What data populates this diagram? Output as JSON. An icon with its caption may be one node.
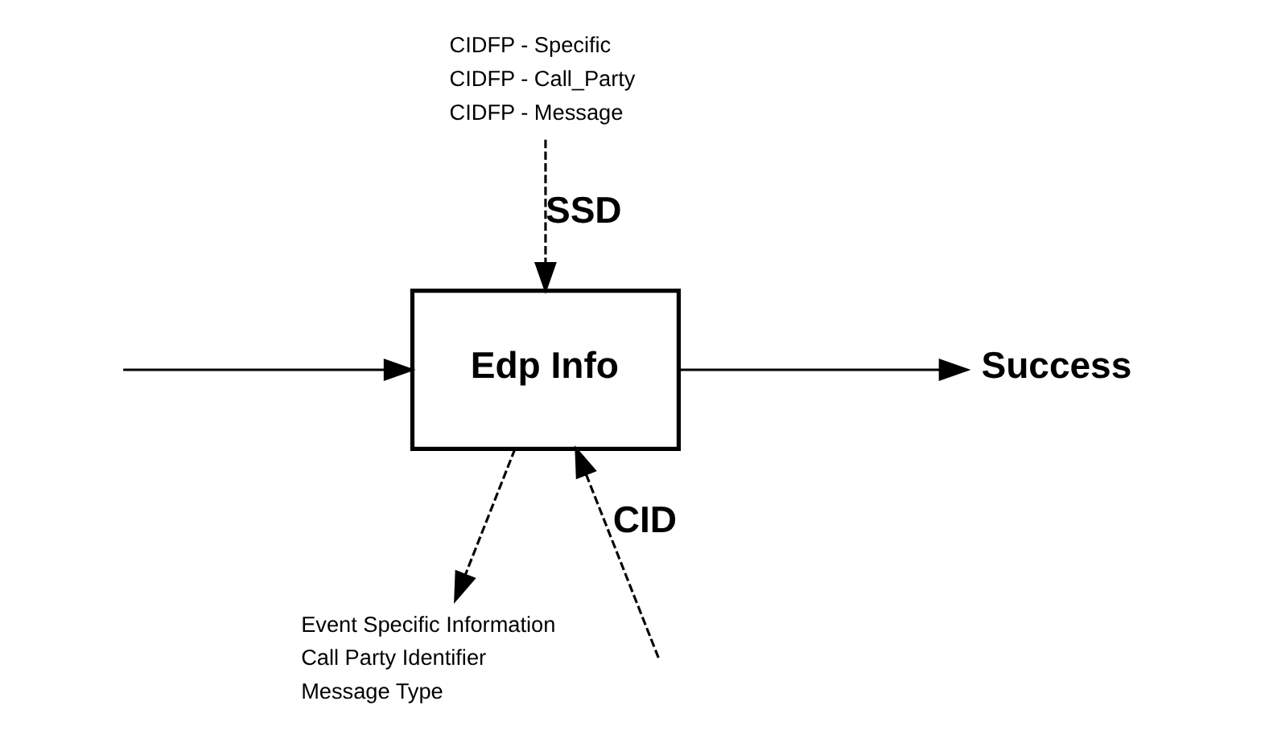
{
  "diagram": {
    "nodes": [
      {
        "text": [
          "Edp Info"
        ]
      },
      {
        "text": [
          "Success"
        ]
      },
      {
        "text": [
          "CIDFP - Specific",
          "CIDFP - Call_Party",
          "CIDFP - Message"
        ]
      },
      {
        "text": [
          "Event Specific Information",
          "Call Party Identifier",
          "Message Type"
        ]
      }
    ],
    "edges": [
      {
        "from": null,
        "to": 0,
        "arrow": "to"
      },
      {
        "from": 0,
        "to": 1,
        "arrow": "to"
      },
      {
        "from": 2,
        "to": 0,
        "arrow": "to",
        "style": "dashed",
        "label": "SSD"
      },
      {
        "from": null,
        "to": 0,
        "arrow": "to",
        "style": "dashed",
        "label": "CID"
      },
      {
        "from": 0,
        "to": 3,
        "arrow": "to",
        "style": "dashed"
      }
    ]
  }
}
